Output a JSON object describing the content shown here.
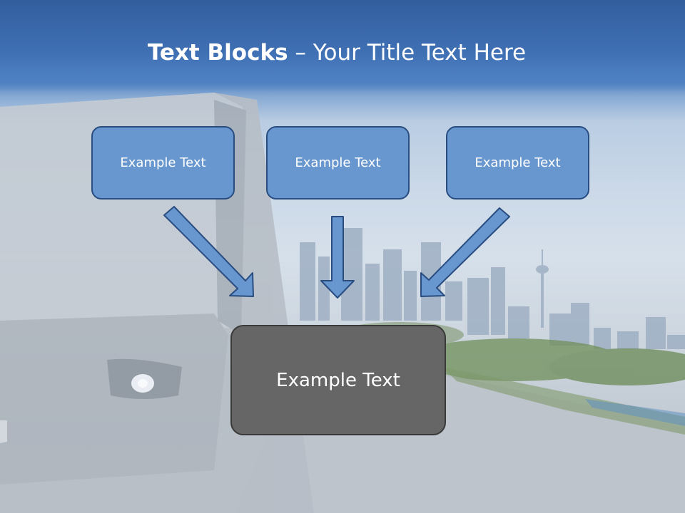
{
  "slide": {
    "title_bold": "Text Blocks",
    "title_dash": "–",
    "title_rest": "Your Title Text Here",
    "blocks": [
      {
        "label": "Example Text"
      },
      {
        "label": "Example Text"
      },
      {
        "label": "Example Text"
      }
    ],
    "main_block": {
      "label": "Example Text"
    }
  },
  "colors": {
    "title_band": "#3f6fb3",
    "block_fill": "#6897d0",
    "block_border": "#294d80",
    "main_fill": "#666666",
    "text": "#ffffff"
  }
}
